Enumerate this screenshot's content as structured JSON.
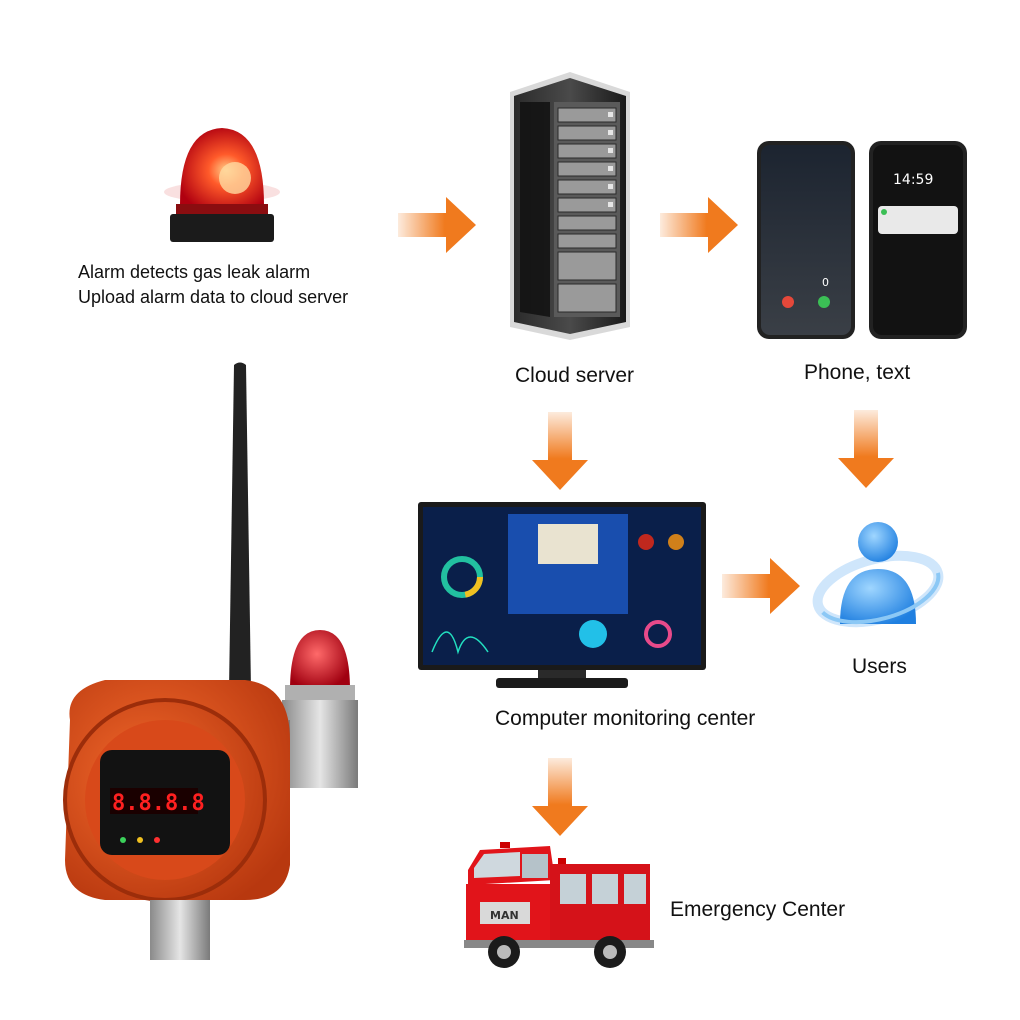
{
  "alarm_caption": {
    "line1": "Alarm detects gas leak alarm",
    "line2": "Upload alarm data to cloud server"
  },
  "nodes": {
    "cloud_server": "Cloud server",
    "phone_text": "Phone, text",
    "monitoring_center": "Computer monitoring center",
    "users": "Users",
    "emergency_center": "Emergency Center"
  },
  "phone": {
    "call_count": "0",
    "lock_time": "14:59"
  },
  "detector": {
    "display": "8.8.8.8"
  },
  "truck": {
    "badge": "MAN"
  },
  "colors": {
    "arrow": "#f07a1e",
    "detector_body": "#e8501c",
    "alarm_red": "#d0101a",
    "screen_dark": "#0a1f4a",
    "user_blue": "#2f8fe8"
  }
}
